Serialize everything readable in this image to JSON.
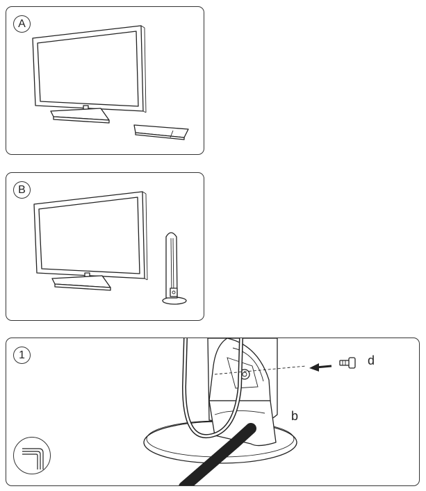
{
  "panels": {
    "a": {
      "label": "A"
    },
    "b": {
      "label": "B"
    },
    "step1": {
      "label": "1",
      "callouts": {
        "d": "d",
        "b": "b"
      }
    }
  }
}
